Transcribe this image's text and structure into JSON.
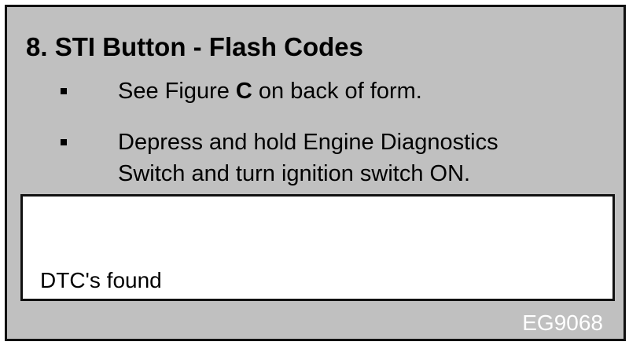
{
  "section": {
    "title": "8. STI Button - Flash Codes"
  },
  "instructions": {
    "item1": {
      "before": "See Figure ",
      "figure": "C",
      "after": " on back of form."
    },
    "item2": {
      "line1": "Depress and hold Engine Diagnostics",
      "line2": "Switch and turn ignition switch ON."
    }
  },
  "answer": {
    "label": "DTC's found",
    "value": ""
  },
  "footer": {
    "code": "EG9068"
  },
  "colors": {
    "panel_background": "#c0c0c0",
    "border": "#111111",
    "answer_background": "#ffffff",
    "code_text": "#ffffff"
  }
}
